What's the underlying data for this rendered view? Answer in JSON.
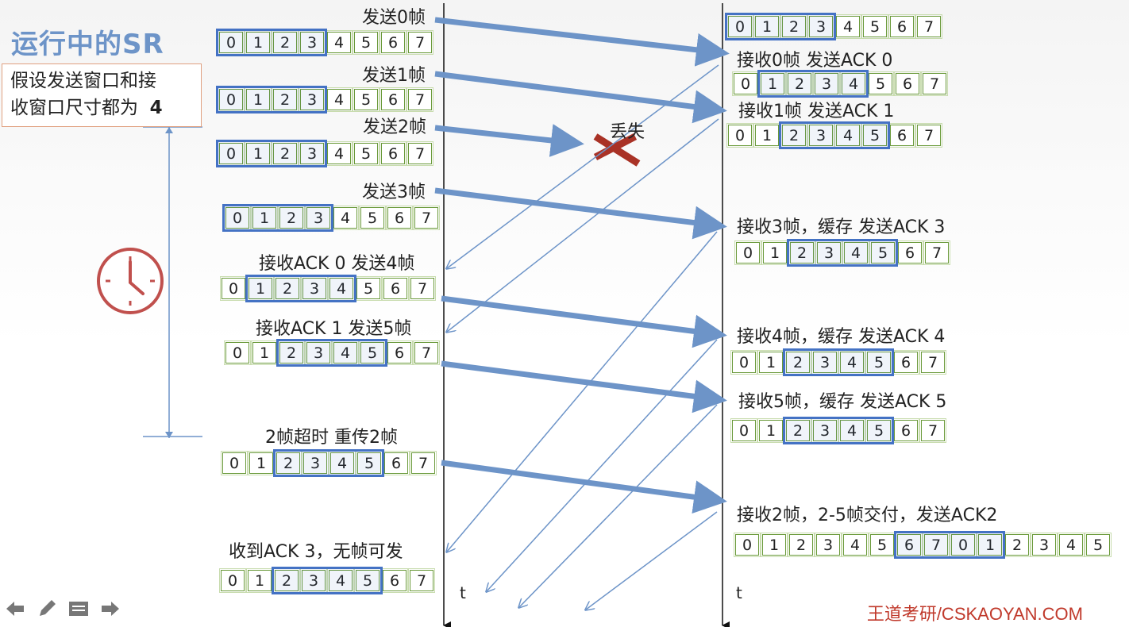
{
  "title": "运行中的SR",
  "assumption": {
    "line1": "假设发送窗口和接",
    "line2": "收窗口尺寸都为",
    "value": "4"
  },
  "colors": {
    "frame": "#6a9a3a",
    "window": "#4472c4",
    "arrow": "#6d94c8",
    "loss_x": "#c0392b",
    "clock": "#c0504d"
  },
  "time_label": "t",
  "lost_label": "丢失",
  "footer": "王道考研/CSKAOYAN.COM",
  "nav": [
    "back-icon",
    "pencil-icon",
    "notes-icon",
    "forward-icon"
  ],
  "sender_rows": [
    {
      "label": "发送0帧",
      "frames": [
        "0",
        "1",
        "2",
        "3",
        "4",
        "5",
        "6",
        "7"
      ],
      "window_start": 0,
      "window_size": 4
    },
    {
      "label": "发送1帧",
      "frames": [
        "0",
        "1",
        "2",
        "3",
        "4",
        "5",
        "6",
        "7"
      ],
      "window_start": 0,
      "window_size": 4
    },
    {
      "label": "发送2帧",
      "frames": [
        "0",
        "1",
        "2",
        "3",
        "4",
        "5",
        "6",
        "7"
      ],
      "window_start": 0,
      "window_size": 4
    },
    {
      "label": "发送3帧",
      "frames": [
        "0",
        "1",
        "2",
        "3",
        "4",
        "5",
        "6",
        "7"
      ],
      "window_start": 0,
      "window_size": 4
    },
    {
      "label": "接收ACK 0  发送4帧",
      "frames": [
        "0",
        "1",
        "2",
        "3",
        "4",
        "5",
        "6",
        "7"
      ],
      "window_start": 1,
      "window_size": 4
    },
    {
      "label": "接收ACK 1   发送5帧",
      "frames": [
        "0",
        "1",
        "2",
        "3",
        "4",
        "5",
        "6",
        "7"
      ],
      "window_start": 2,
      "window_size": 4
    },
    {
      "label": "2帧超时   重传2帧",
      "frames": [
        "0",
        "1",
        "2",
        "3",
        "4",
        "5",
        "6",
        "7"
      ],
      "window_start": 2,
      "window_size": 4
    },
    {
      "label": "收到ACK 3，无帧可发",
      "frames": [
        "0",
        "1",
        "2",
        "3",
        "4",
        "5",
        "6",
        "7"
      ],
      "window_start": 2,
      "window_size": 4
    }
  ],
  "receiver_rows": [
    {
      "label": "",
      "frames": [
        "0",
        "1",
        "2",
        "3",
        "4",
        "5",
        "6",
        "7"
      ],
      "window_start": 0,
      "window_size": 4
    },
    {
      "label": "接收0帧 发送ACK 0",
      "frames": [
        "0",
        "1",
        "2",
        "3",
        "4",
        "5",
        "6",
        "7"
      ],
      "window_start": 1,
      "window_size": 4
    },
    {
      "label": "接收1帧  发送ACK 1",
      "frames": [
        "0",
        "1",
        "2",
        "3",
        "4",
        "5",
        "6",
        "7"
      ],
      "window_start": 2,
      "window_size": 4
    },
    {
      "label": "接收3帧，缓存  发送ACK 3",
      "frames": [
        "0",
        "1",
        "2",
        "3",
        "4",
        "5",
        "6",
        "7"
      ],
      "window_start": 2,
      "window_size": 4
    },
    {
      "label": "接收4帧，缓存  发送ACK 4",
      "frames": [
        "0",
        "1",
        "2",
        "3",
        "4",
        "5",
        "6",
        "7"
      ],
      "window_start": 2,
      "window_size": 4
    },
    {
      "label": "接收5帧，缓存  发送ACK 5",
      "frames": [
        "0",
        "1",
        "2",
        "3",
        "4",
        "5",
        "6",
        "7"
      ],
      "window_start": 2,
      "window_size": 4
    },
    {
      "label": "接收2帧，2-5帧交付，发送ACK2",
      "frames": [
        "0",
        "1",
        "2",
        "3",
        "4",
        "5",
        "6",
        "7",
        "0",
        "1",
        "2",
        "3",
        "4",
        "5"
      ],
      "window_start": 6,
      "window_size": 4
    }
  ]
}
